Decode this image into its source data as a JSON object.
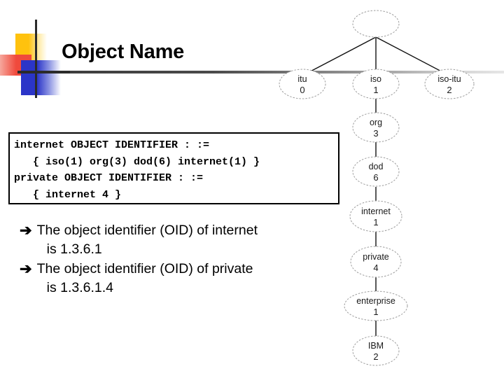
{
  "slide": {
    "title": "Object Name",
    "background_color": "#ffffff"
  },
  "logo": {
    "yellow": "#FFC20E",
    "red": "#F04A3C",
    "blue": "#2B35C8",
    "rule_color": "#2b2b2b"
  },
  "code_box": {
    "border_color": "#000000",
    "lines": [
      "internet OBJECT IDENTIFIER : :=",
      "   { iso(1) org(3) dod(6) internet(1) }",
      "private OBJECT IDENTIFIER : :=",
      "   { internet 4 }"
    ],
    "text": "internet OBJECT IDENTIFIER : :=\n   { iso(1) org(3) dod(6) internet(1) }\nprivate OBJECT IDENTIFIER : :=\n   { internet 4 }"
  },
  "bullets": [
    {
      "marker": "➔",
      "line1": "The object identifier (OID) of internet",
      "line2": "is 1.3.6.1"
    },
    {
      "marker": "➔",
      "line1": "The object identifier (OID) of private",
      "line2": "is 1.3.6.1.4"
    }
  ],
  "oid_tree": {
    "edge_color": "#111111",
    "node_stroke": "#9d9d9d",
    "root": {
      "label": "",
      "number": ""
    },
    "nodes": [
      {
        "id": "root",
        "label": "",
        "number": ""
      },
      {
        "id": "itu",
        "label": "itu",
        "number": "0"
      },
      {
        "id": "iso",
        "label": "iso",
        "number": "1"
      },
      {
        "id": "iso-itu",
        "label": "iso-itu",
        "number": "2"
      },
      {
        "id": "org",
        "label": "org",
        "number": "3"
      },
      {
        "id": "dod",
        "label": "dod",
        "number": "6"
      },
      {
        "id": "internet",
        "label": "internet",
        "number": "1"
      },
      {
        "id": "private",
        "label": "private",
        "number": "4"
      },
      {
        "id": "enterprise",
        "label": "enterprise",
        "number": "1"
      },
      {
        "id": "ibm",
        "label": "IBM",
        "number": "2"
      }
    ]
  }
}
